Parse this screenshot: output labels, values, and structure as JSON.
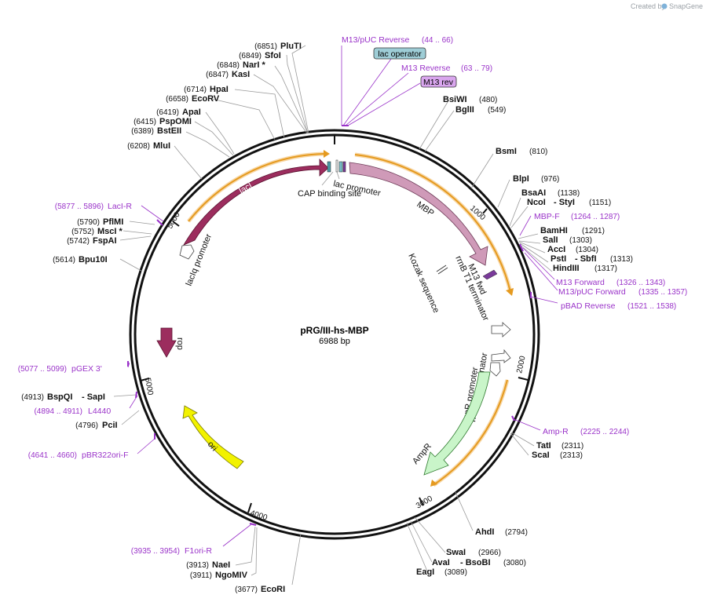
{
  "credit": {
    "text": "Created by",
    "brand": "SnapGene"
  },
  "plasmid": {
    "name": "pRG/III-hs-MBP",
    "length": "6988 bp"
  },
  "ticks": {
    "t1000": "1000",
    "t2000": "2000",
    "t3000": "3000",
    "t4000": "4000",
    "t5000": "5000",
    "t6000": "5000"
  },
  "features": {
    "laci": "lacI",
    "laciq": "lacIq promoter",
    "cap": "CAP binding site",
    "lacprom": "lac promoter",
    "mbp": "MBP",
    "m13fwd": "M13 fwd",
    "rrnbt1": "rrnB T1 terminator",
    "kozak": "Kozak sequence",
    "rop": "rop",
    "rrnbt2": "rrnB T2 terminator",
    "ampprom": "AmpR promoter",
    "ampr": "AmpR",
    "ori": "ori"
  },
  "boxes": {
    "lacop": "lac operator",
    "m13rev": "M13 rev"
  },
  "enzymes": [
    {
      "pos": "(6851)",
      "name": "PluTI"
    },
    {
      "pos": "(6849)",
      "name": "SfoI"
    },
    {
      "pos": "(6848)",
      "name": "NarI *"
    },
    {
      "pos": "(6847)",
      "name": "KasI"
    },
    {
      "pos": "(6714)",
      "name": "HpaI"
    },
    {
      "pos": "(6658)",
      "name": "EcoRV"
    },
    {
      "pos": "(6419)",
      "name": "ApaI"
    },
    {
      "pos": "(6415)",
      "name": "PspOMI"
    },
    {
      "pos": "(6389)",
      "name": "BstEII"
    },
    {
      "pos": "(6208)",
      "name": "MluI"
    },
    {
      "pos": "(5790)",
      "name": "PflMI"
    },
    {
      "pos": "(5752)",
      "name": "MscI *"
    },
    {
      "pos": "(5742)",
      "name": "FspAI"
    },
    {
      "pos": "(5614)",
      "name": "Bpu10I"
    },
    {
      "pos": "(4913)",
      "name": "BspQI",
      "extra": "- SapI"
    },
    {
      "pos": "(4796)",
      "name": "PciI"
    },
    {
      "pos": "(3913)",
      "name": "NaeI"
    },
    {
      "pos": "(3911)",
      "name": "NgoMIV"
    },
    {
      "pos": "(3677)",
      "name": "EcoRI"
    },
    {
      "pos": "(480)",
      "name": "BsiWI"
    },
    {
      "pos": "(549)",
      "name": "BglII"
    },
    {
      "pos": "(810)",
      "name": "BsmI"
    },
    {
      "pos": "(976)",
      "name": "BlpI"
    },
    {
      "pos": "(1138)",
      "name": "BsaAI"
    },
    {
      "pos": "(1151)",
      "name": "NcoI",
      "extra": "- StyI"
    },
    {
      "pos": "(1291)",
      "name": "BamHI"
    },
    {
      "pos": "(1303)",
      "name": "SalI"
    },
    {
      "pos": "(1304)",
      "name": "AccI"
    },
    {
      "pos": "(1313)",
      "name": "PstI",
      "extra": "- SbfI"
    },
    {
      "pos": "(1317)",
      "name": "HindIII"
    },
    {
      "pos": "(2311)",
      "name": "TatI"
    },
    {
      "pos": "(2313)",
      "name": "ScaI"
    },
    {
      "pos": "(2794)",
      "name": "AhdI"
    },
    {
      "pos": "(2966)",
      "name": "SwaI"
    },
    {
      "pos": "(3080)",
      "name": "AvaI",
      "extra": "- BsoBI"
    },
    {
      "pos": "(3089)",
      "name": "EagI"
    }
  ],
  "primers": [
    {
      "name": "M13/pUC Reverse",
      "range": "(44 .. 66)"
    },
    {
      "name": "M13 Reverse",
      "range": "(63 .. 79)"
    },
    {
      "name": "LacI-R",
      "range": "(5877 .. 5896)"
    },
    {
      "name": "MBP-F",
      "range": "(1264 .. 1287)"
    },
    {
      "name": "M13 Forward",
      "range": "(1326 .. 1343)"
    },
    {
      "name": "M13/pUC Forward",
      "range": "(1335 .. 1357)"
    },
    {
      "name": "pBAD Reverse",
      "range": "(1521 .. 1538)"
    },
    {
      "name": "pGEX 3'",
      "range": "(5077 .. 5099)"
    },
    {
      "name": "L4440",
      "range": "(4894 .. 4911)"
    },
    {
      "name": "pBR322ori-F",
      "range": "(4641 .. 4660)"
    },
    {
      "name": "Amp-R",
      "range": "(2225 .. 2244)"
    },
    {
      "name": "F1ori-R",
      "range": "(3935 .. 3954)"
    }
  ],
  "colors": {
    "laci": "#9c2d5e",
    "mbp": "#cf9ab8",
    "ampr": "#c9f5c9",
    "ori": "#f2f200",
    "rop": "#9c2d5e",
    "primer": "#9a33c9",
    "orf": "#f5a623"
  }
}
